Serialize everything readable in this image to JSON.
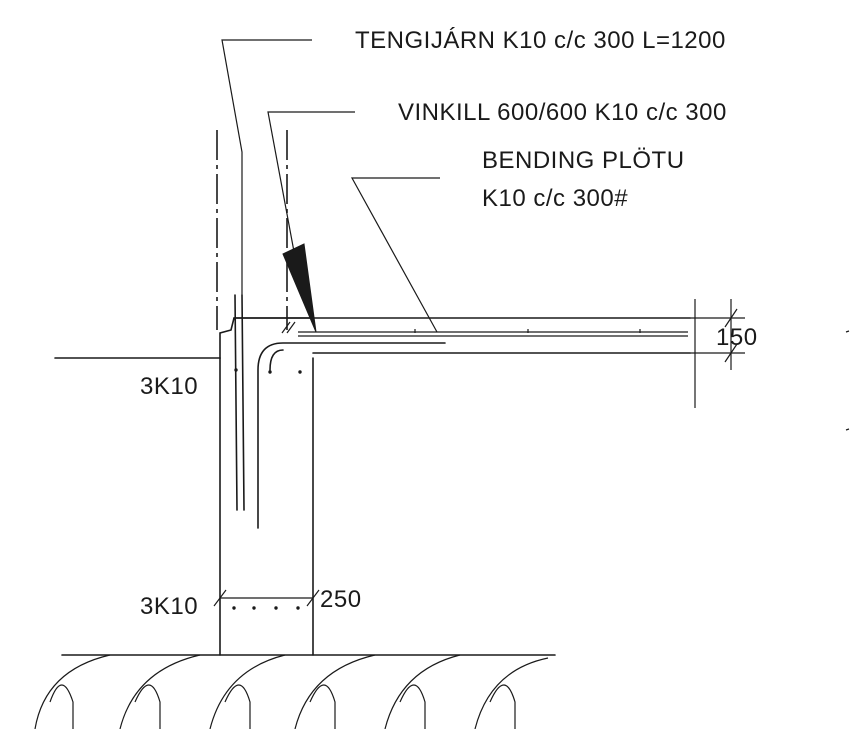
{
  "labels": {
    "tengijarn": "TENGIJÁRN K10 c/c 300 L=1200",
    "vinkill": "VINKILL 600/600 K10 c/c 300",
    "bending_line1": "BENDING PLÖTU",
    "bending_line2": "K10 c/c 300#",
    "rebar_top": "3K10",
    "rebar_bottom": "3K10",
    "slab_thickness": "150",
    "wall_thickness": "250"
  },
  "colors": {
    "ink": "#1a1a1a",
    "paper": "#ffffff"
  }
}
